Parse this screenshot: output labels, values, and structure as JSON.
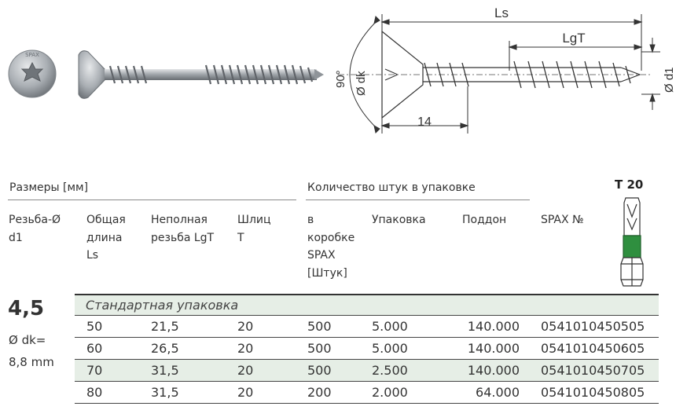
{
  "drawing": {
    "head_logo": "SPAX",
    "label_ls": "Ls",
    "label_lgt": "LgT",
    "label_angle": "90°",
    "label_dk": "Ø dk",
    "label_d1": "Ø d1",
    "label_14": "14"
  },
  "table": {
    "group_sizes": "Размеры [мм]",
    "group_quantity": "Количество штук в упаковке",
    "bit_label": "T 20",
    "col_thread": [
      "Резьба-Ø",
      "d1"
    ],
    "col_total": [
      "Общая",
      "длина",
      "Ls"
    ],
    "col_partial": [
      "Неполная",
      "резьба LgT"
    ],
    "col_slot": [
      "Шлиц",
      "T"
    ],
    "col_box": [
      "в",
      "коробке",
      "SPAX",
      "[Штук]"
    ],
    "col_pack": "Упаковка",
    "col_pallet": "Поддон",
    "col_spax": "SPAX №",
    "diameter": "4,5",
    "dk_label": "Ø dk=",
    "dk_value": "8,8 mm",
    "section": "Стандартная упаковка",
    "rows": [
      {
        "ls": "50",
        "lgt": "21,5",
        "t": "20",
        "box": "500",
        "pack": "5.000",
        "pallet": "140.000",
        "spax": "0541010450505"
      },
      {
        "ls": "60",
        "lgt": "26,5",
        "t": "20",
        "box": "500",
        "pack": "5.000",
        "pallet": "140.000",
        "spax": "0541010450605"
      },
      {
        "ls": "70",
        "lgt": "31,5",
        "t": "20",
        "box": "500",
        "pack": "2.500",
        "pallet": "140.000",
        "spax": "0541010450705"
      },
      {
        "ls": "80",
        "lgt": "31,5",
        "t": "20",
        "box": "200",
        "pack": "2.000",
        "pallet": "64.000",
        "spax": "0541010450805"
      }
    ]
  }
}
